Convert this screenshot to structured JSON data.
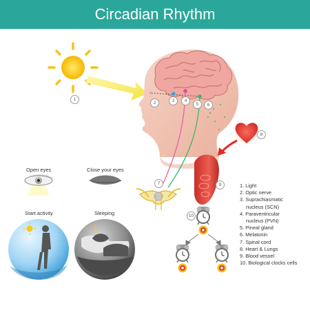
{
  "title": "Circadian Rhythm",
  "colors": {
    "header": "#2aa79a",
    "sun": "#f7c81e",
    "arrow": "#f3ea4a",
    "skin": "#f2c2b2",
    "brain": "#ee9a96",
    "heart": "#e22a26",
    "organ": "#d9423a",
    "clock_ring": "#f0c11a",
    "clock_face": "#ffffff"
  },
  "icons": [
    "sun-icon",
    "head-icon",
    "brain-icon",
    "heart-icon",
    "spinal-cord-icon",
    "blood-vessel-icon",
    "alarm-clock-icon",
    "open-eye-icon",
    "closed-eye-icon",
    "walking-person-icon",
    "sleeping-person-icon"
  ],
  "scenes": {
    "open_eyes": "Open eyes",
    "close_eyes": "Close your eyes",
    "start_activity": "Start activity",
    "sleeping": "Sleeping"
  },
  "markers": {
    "m1": "1",
    "m2": "2",
    "m3": "3",
    "m4": "4",
    "m5": "5",
    "m6": "6",
    "m7": "7",
    "m8": "8",
    "m9": "9",
    "m10": "10"
  },
  "legend": [
    "1. Light",
    "2. Optic nerve",
    "3. Suprachiasmatic",
    "nucleus (SCN)",
    "4. Paraventricular",
    "nucleus (PVN)",
    "5. Pineal gland",
    "6. Melatonin",
    "7. Spinal cord",
    "8. Heart & Lungs",
    "9. Blood vessel",
    "10. Biological clocks cells"
  ]
}
